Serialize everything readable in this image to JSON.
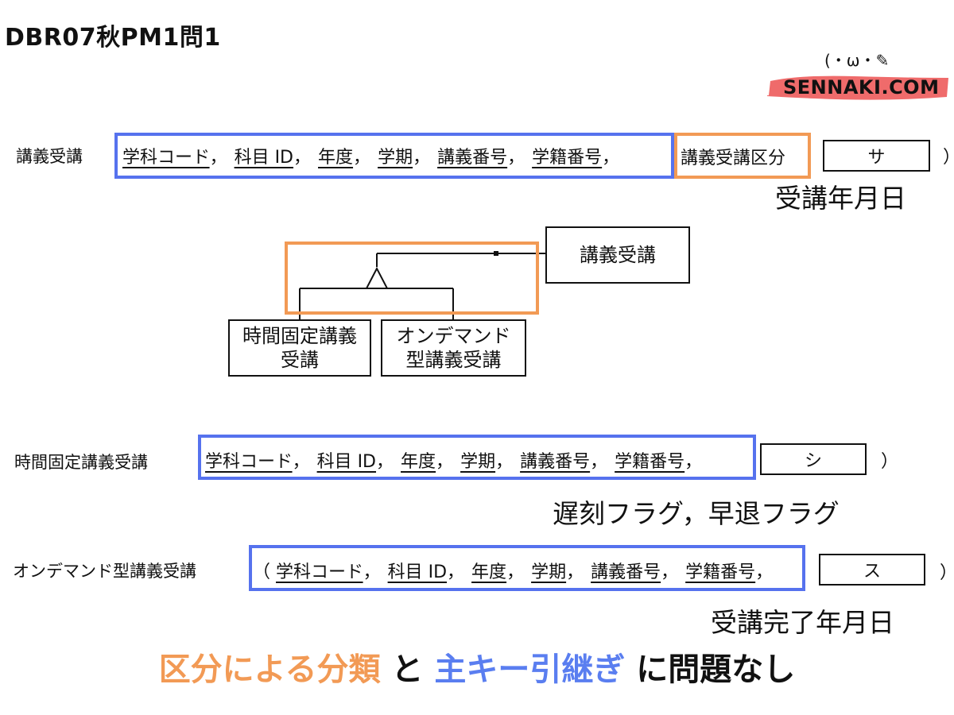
{
  "page_title": "DBR07秋PM1問1",
  "logo": {
    "face": "(・ω・",
    "text": "SENNAKI.COM"
  },
  "relations": [
    {
      "name": "講義受講",
      "open": "（",
      "keys": [
        "学科コード",
        "科目 ID",
        "年度",
        "学期",
        "講義番号",
        "学籍番号"
      ],
      "extra": "講義受講区分",
      "blank": "サ",
      "close": "）",
      "handwritten": "受講年月日"
    },
    {
      "name": "時間固定講義受講",
      "open": "（",
      "keys": [
        "学科コード",
        "科目 ID",
        "年度",
        "学期",
        "講義番号",
        "学籍番号"
      ],
      "blank": "シ",
      "close": "）",
      "handwritten": "遅刻フラグ，早退フラグ"
    },
    {
      "name": "オンデマンド型講義受講",
      "open": "（",
      "keys": [
        "学科コード",
        "科目 ID",
        "年度",
        "学期",
        "講義番号",
        "学籍番号"
      ],
      "blank": "ス",
      "close": "）",
      "handwritten": "受講完了年月日"
    }
  ],
  "separator": "，",
  "diagram": {
    "supertype": "講義受講",
    "subtype_1": "時間固定講義\n受講",
    "subtype_2": "オンデマンド\n型講義受講"
  },
  "footer": {
    "part1": "区分による分類",
    "part2": " と ",
    "part3": "主キー引継ぎ",
    "part4": " に問題なし"
  },
  "colors": {
    "key_box": "#5672ee",
    "discriminator_box": "#f29a55",
    "footer_orange": "#f29a55",
    "footer_blue": "#5a7ef0"
  }
}
